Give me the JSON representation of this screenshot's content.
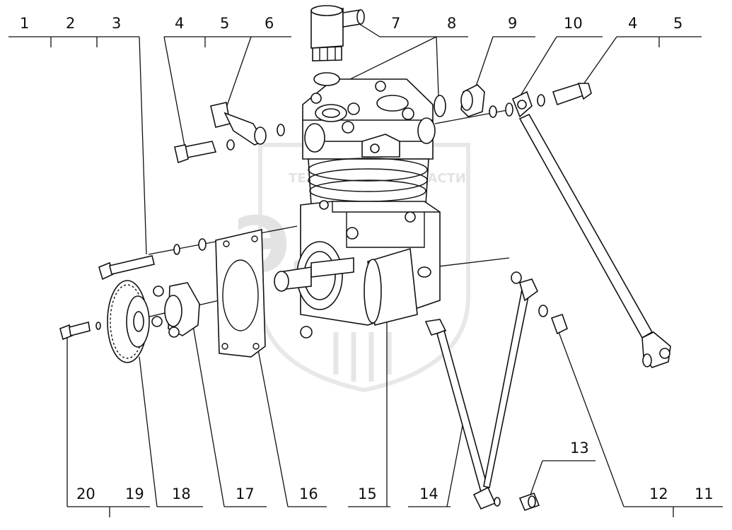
{
  "watermark": {
    "top_left": "ТЕХНИКА",
    "top_right": "ЗАПЧАСТИ",
    "big": "ЭЛФ"
  },
  "callouts": {
    "c1": "1",
    "c2": "2",
    "c3": "3",
    "c4a": "4",
    "c5a": "5",
    "c6": "6",
    "c7": "7",
    "c8": "8",
    "c9": "9",
    "c10": "10",
    "c4b": "4",
    "c5b": "5",
    "c20": "20",
    "c19": "19",
    "c18": "18",
    "c17": "17",
    "c16": "16",
    "c15": "15",
    "c14": "14",
    "c13": "13",
    "c12": "12",
    "c11": "11"
  },
  "colors": {
    "line": "#111111",
    "watermark": "#e3e3e3"
  }
}
